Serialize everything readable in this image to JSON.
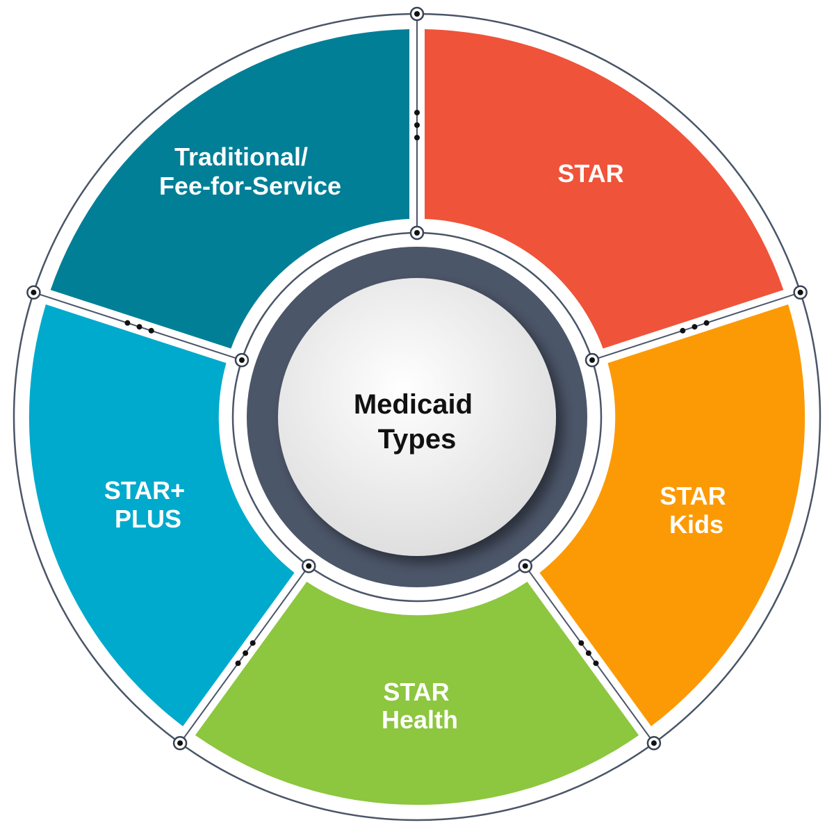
{
  "center": {
    "lines": [
      "Medicaid",
      "Types"
    ]
  },
  "segments": [
    {
      "id": "traditional",
      "lines": [
        "Traditional/",
        "Fee-for-Service"
      ],
      "color": "#EF5339"
    },
    {
      "id": "star",
      "lines": [
        "STAR"
      ],
      "color": "#FC9A05"
    },
    {
      "id": "star-kids",
      "lines": [
        "STAR",
        "Kids"
      ],
      "color": "#8DC63F"
    },
    {
      "id": "star-health",
      "lines": [
        "STAR",
        "Health"
      ],
      "color": "#00AACC"
    },
    {
      "id": "star-plus",
      "lines": [
        "STAR+",
        "PLUS"
      ],
      "color": "#007F96"
    }
  ],
  "colors": {
    "outline": "#4A5568",
    "ring": "#4C5669",
    "center_fill": "#EDEDED"
  },
  "icons": [
    "connector-node-icon",
    "connector-dots-icon"
  ]
}
